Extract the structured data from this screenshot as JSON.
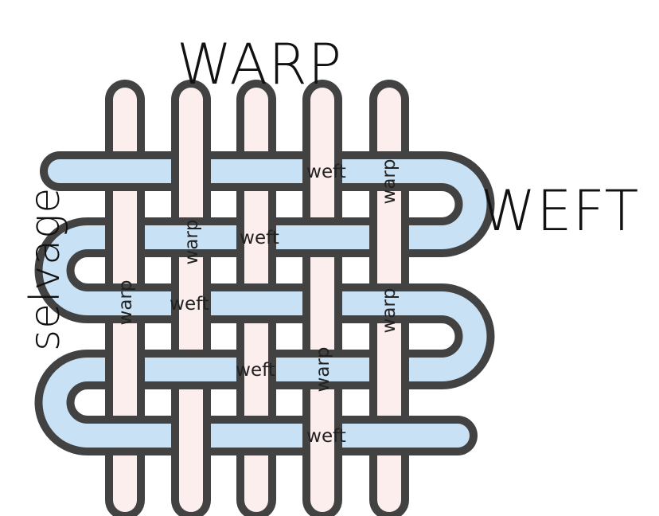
{
  "labels": {
    "warp_title": "WARP",
    "weft_title": "WEFT",
    "selvage": "selvage"
  },
  "thread_labels": {
    "weft": "weft",
    "warp": "warp"
  },
  "colors": {
    "outline": "#424242",
    "weft_fill": "#c9e1f4",
    "warp_fill": "#fdeeee",
    "text": "#222222"
  },
  "diagram": {
    "warp_threads": 5,
    "weft_passes": 5,
    "pattern": "plain weave"
  }
}
